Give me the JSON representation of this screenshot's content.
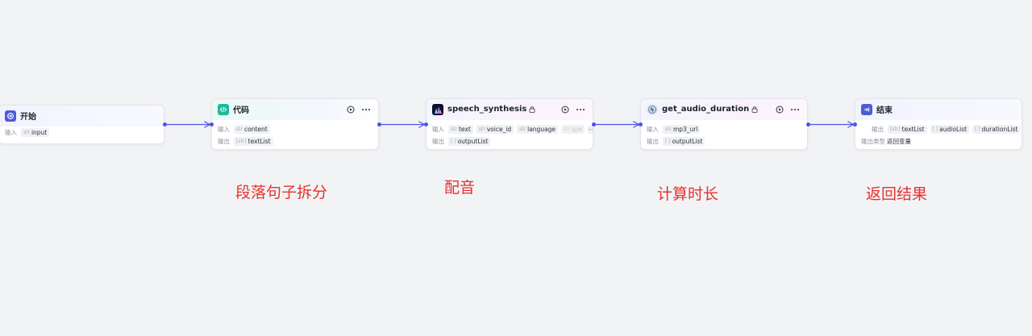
{
  "colors": {
    "canvas_bg": "#f2f3f5",
    "edge": "#4d53e8",
    "annotation": "#e8302c"
  },
  "nodes": {
    "start": {
      "title": "开始",
      "icon": "start-icon",
      "input_label": "输入",
      "inputs": [
        {
          "type": "str",
          "name": "input"
        }
      ]
    },
    "code": {
      "title": "代码",
      "icon": "code-icon",
      "input_label": "输入",
      "output_label": "输出",
      "inputs": [
        {
          "type": "str",
          "name": "content"
        }
      ],
      "outputs": [
        {
          "type": "[str]",
          "name": "textList"
        }
      ]
    },
    "speech": {
      "title": "speech_synthesis",
      "icon": "speech-synthesis-icon",
      "input_label": "输入",
      "output_label": "输出",
      "inputs": [
        {
          "type": "str",
          "name": "text"
        },
        {
          "type": "str",
          "name": "voice_id"
        },
        {
          "type": "str",
          "name": "language"
        },
        {
          "type": "str",
          "name": "spe"
        }
      ],
      "more": "···",
      "outputs": [
        {
          "type": "[ ]",
          "name": "outputList"
        }
      ]
    },
    "audio": {
      "title": "get_audio_duration",
      "icon": "audio-duration-icon",
      "input_label": "输入",
      "output_label": "输出",
      "inputs": [
        {
          "type": "str",
          "name": "mp3_url"
        }
      ],
      "outputs": [
        {
          "type": "[ ]",
          "name": "outputList"
        }
      ]
    },
    "end": {
      "title": "结束",
      "icon": "end-icon",
      "output_label": "输出",
      "outputs": [
        {
          "type": "[str]",
          "name": "textList"
        },
        {
          "type": "[ ]",
          "name": "audioList"
        },
        {
          "type": "[ ]",
          "name": "durationList"
        }
      ],
      "output_type_label": "输出类型",
      "output_type_value": "返回变量"
    }
  },
  "annotations": {
    "code": "段落句子拆分",
    "speech": "配音",
    "audio": "计算时长",
    "end": "返回结果"
  }
}
